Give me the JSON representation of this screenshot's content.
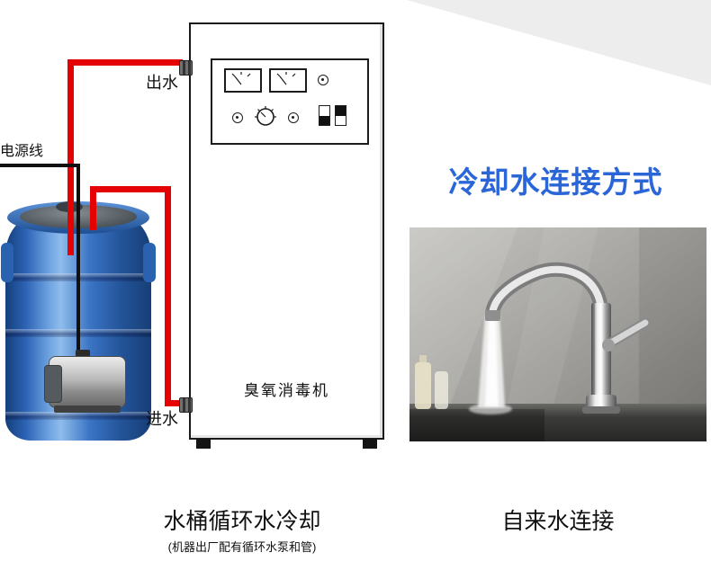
{
  "machine": {
    "label": "臭氧消毒机"
  },
  "labels": {
    "out": "出水",
    "in": "进水",
    "power": "电源线"
  },
  "right": {
    "title": "冷却水连接方式",
    "caption": "自来水连接"
  },
  "left_caption": {
    "main": "水桶循环水冷却",
    "sub": "(机器出厂配有循环水泵和管)"
  },
  "colors": {
    "tube_red": "#e40202",
    "barrel_blue": "#2c63b4",
    "title_blue": "#2b66d9",
    "power_line_black": "#101010"
  }
}
